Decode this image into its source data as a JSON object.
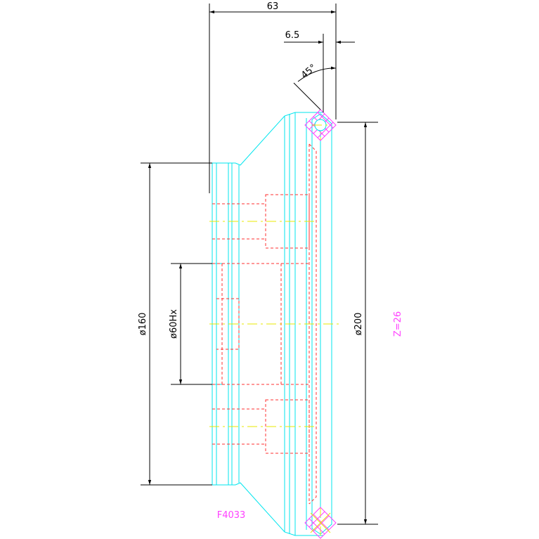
{
  "dimensions": {
    "overall_width": "63",
    "chamfer_offset": "6.5",
    "chamfer_angle": "45°",
    "diameter_outer": "ø200",
    "diameter_hub": "ø160",
    "diameter_bore": "ø60Hx",
    "teeth_count": "Z=26"
  },
  "part_number": "F4033",
  "colors": {
    "outline": "#00e5ee",
    "hidden_lines": "#ff3030",
    "center_lines": "#e8e800",
    "hatching": "#ff40ff",
    "dimensions": "#000000"
  }
}
